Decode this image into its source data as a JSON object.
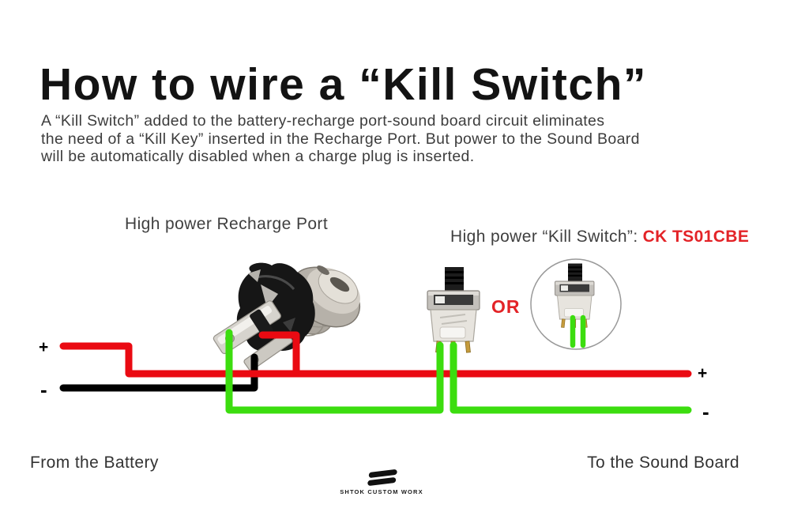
{
  "page": {
    "title": "How to wire a “Kill Switch”",
    "intro_lines": [
      "A “Kill Switch” added to the battery-recharge port-sound board circuit eliminates",
      "the need of a “Kill Key” inserted in the Recharge Port. But power to the Sound Board",
      "will be automatically disabled when a charge plug is inserted."
    ]
  },
  "diagram": {
    "recharge_port_label": "High power Recharge Port",
    "kill_switch_label": "High power “Kill Switch”:",
    "kill_switch_part_number": "CK TS01CBE",
    "or_label": "OR",
    "battery_positive": "+",
    "battery_negative": "-",
    "board_positive": "+",
    "board_negative": "-",
    "from_label": "From the Battery",
    "to_label": "To the Sound Board",
    "colors": {
      "positive_wire": "#ea0a12",
      "negative_wire": "#000000",
      "switched_wire": "#3cdd0f",
      "accent_red": "#e32327"
    }
  },
  "footer": {
    "brand": "SHTOK CUSTOM WORX"
  }
}
